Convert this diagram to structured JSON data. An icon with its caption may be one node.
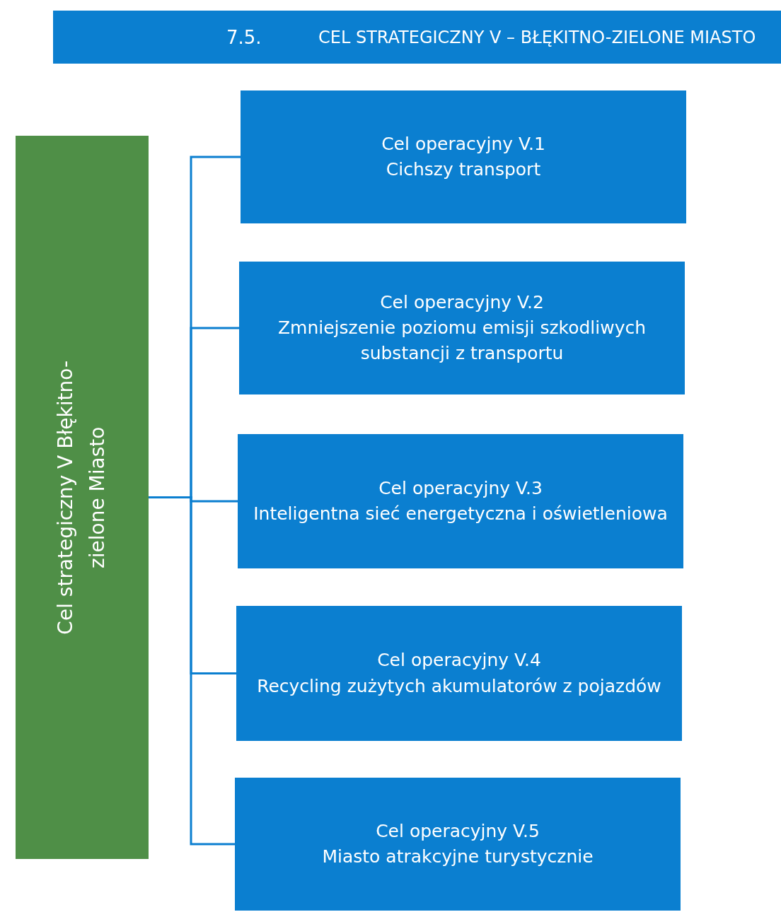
{
  "diagram": {
    "title": "CEL STRATEGICZNY V – BŁĘKITNO-ZIELONE MIASTO",
    "labels": [
      "7.5."
    ],
    "nodes": [
      {
        "text": [
          "Cel strategiczny V Błękitno-zielone Miasto"
        ]
      },
      {
        "text": [
          "Cel operacyjny V.1",
          "Cichszy transport"
        ]
      },
      {
        "text": [
          "Cel operacyjny V.2",
          "Zmniejszenie poziomu emisji szkodliwych substancji z transportu"
        ]
      },
      {
        "text": [
          "Cel operacyjny V.3",
          "Inteligentna sieć energetyczna i oświetleniowa"
        ]
      },
      {
        "text": [
          "Cel operacyjny V.4",
          "Recycling zużytych akumulatorów z pojazdów"
        ]
      },
      {
        "text": [
          "Cel operacyjny V.5",
          "Miasto atrakcyjne turystycznie"
        ]
      }
    ],
    "edges": [
      {
        "from": 0,
        "to": 1,
        "arrow": "none"
      },
      {
        "from": 0,
        "to": 2,
        "arrow": "none"
      },
      {
        "from": 0,
        "to": 3,
        "arrow": "none"
      },
      {
        "from": 0,
        "to": 4,
        "arrow": "none"
      },
      {
        "from": 0,
        "to": 5,
        "arrow": "none"
      }
    ]
  }
}
